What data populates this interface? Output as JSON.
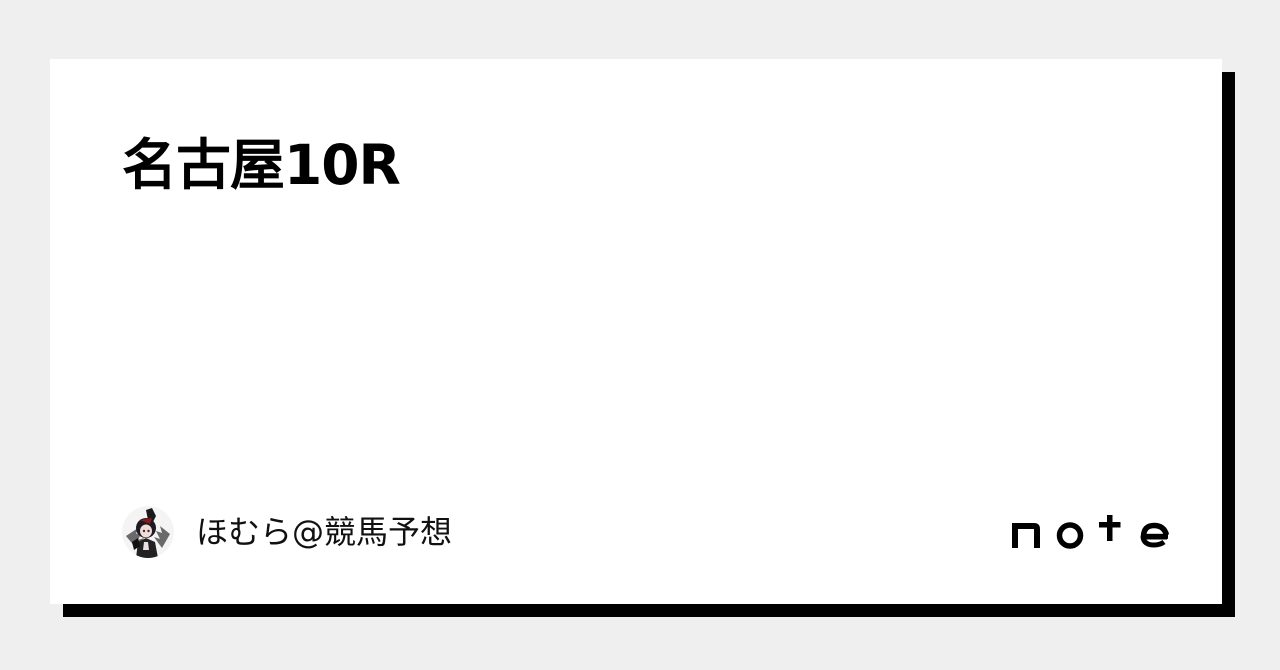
{
  "card": {
    "title": "名古屋10R",
    "background": "#ffffff",
    "shadow_color": "#000000"
  },
  "author": {
    "name": "ほむら@競馬予想",
    "avatar_icon": "avatar-anime-character"
  },
  "brand": {
    "logo_text": "note",
    "logo_color": "#000000"
  },
  "page": {
    "background": "#efefef"
  }
}
